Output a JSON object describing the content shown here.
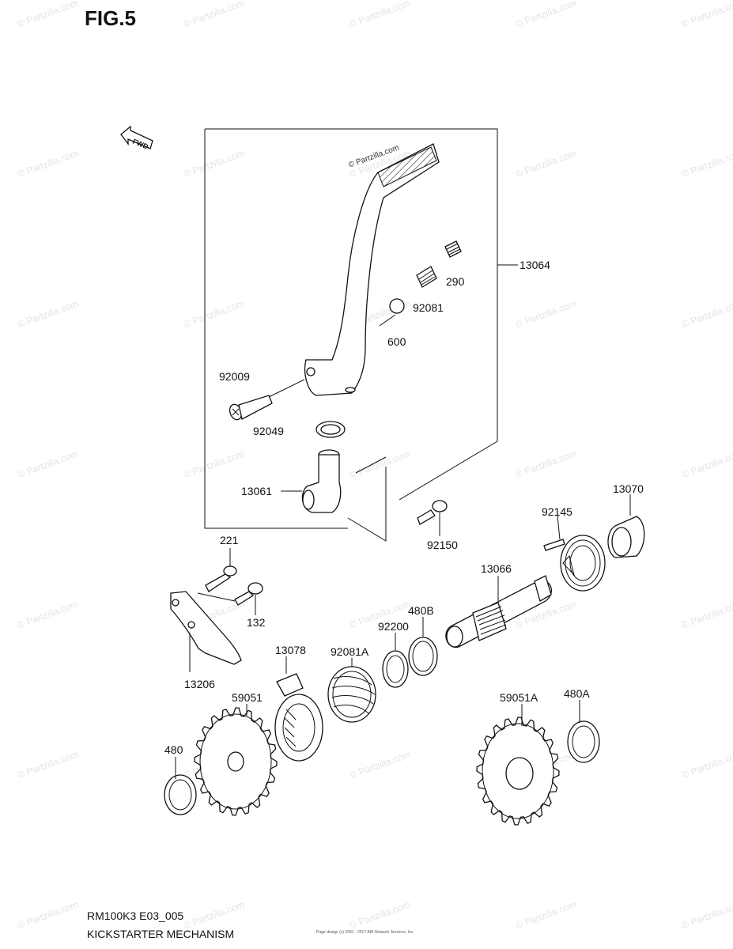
{
  "figure_title": "FIG.5",
  "direction_label": "FWD",
  "watermark_text": "© Partzilla.com",
  "footer": {
    "model_code": "RM100K3 E03_005",
    "diagram_title": "KICKSTARTER MECHANISM",
    "fine_print": "Page design (c) 2001 - 2017 ARI Network Services, Inc."
  },
  "part_labels": {
    "p13064": "13064",
    "p290": "290",
    "p92081": "92081",
    "p600": "600",
    "p92009": "92009",
    "p92049": "92049",
    "p13061": "13061",
    "p92150": "92150",
    "p13070": "13070",
    "p92145": "92145",
    "p221": "221",
    "p132": "132",
    "p13066": "13066",
    "p480B": "480B",
    "p92200": "92200",
    "p13078": "13078",
    "p92081A": "92081A",
    "p13206": "13206",
    "p59051": "59051",
    "p59051A": "59051A",
    "p480A": "480A",
    "p480": "480"
  }
}
